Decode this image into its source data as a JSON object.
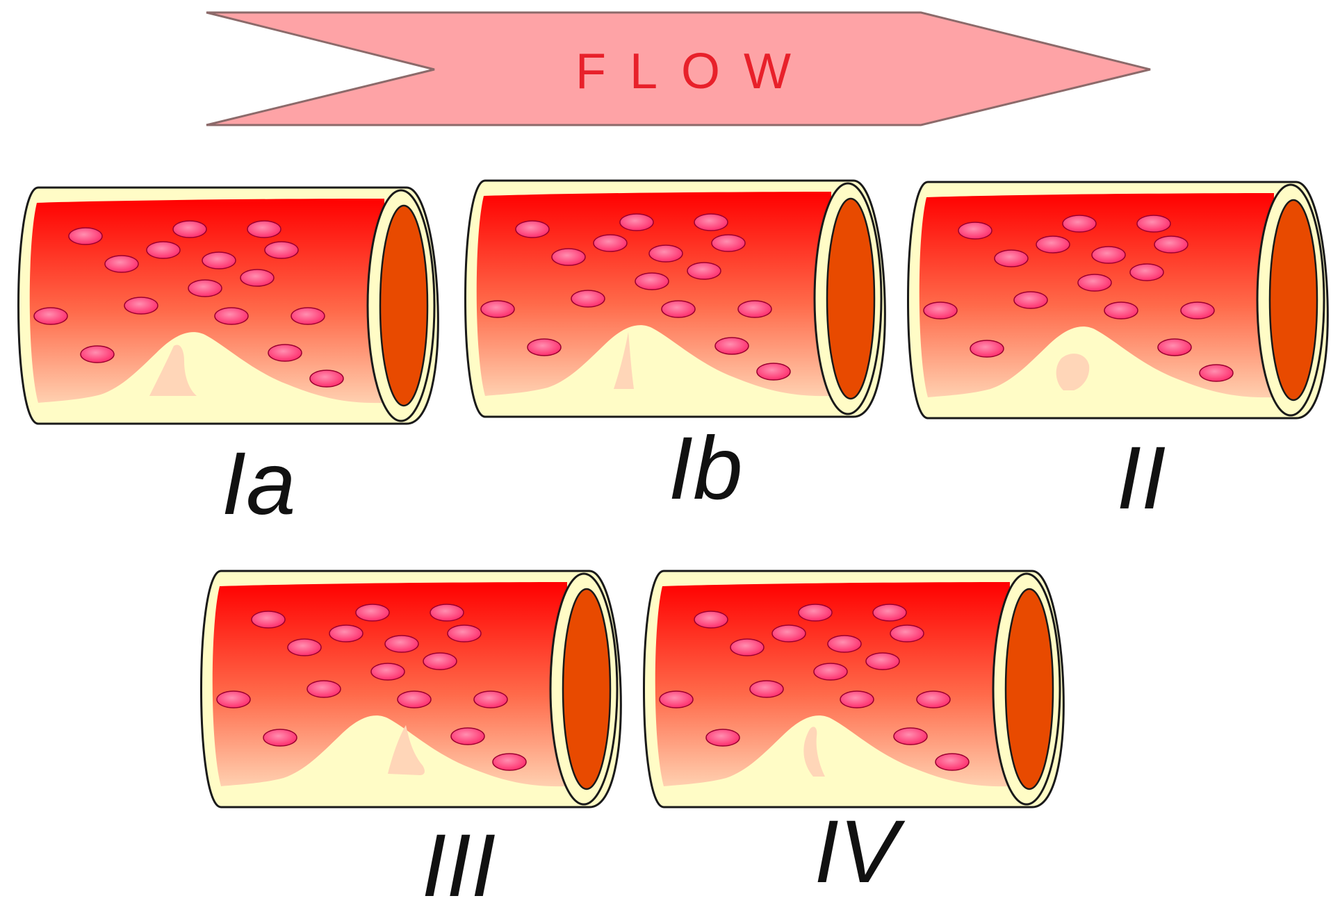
{
  "arrow": {
    "label": "FLOW",
    "fill": "#fea3a6",
    "text_color": "#e8202a"
  },
  "vessels": [
    {
      "label": "Ia",
      "lesion": "protruding-tongue"
    },
    {
      "label": "Ib",
      "lesion": "thin-spike"
    },
    {
      "label": "II",
      "lesion": "round-bump"
    },
    {
      "label": "III",
      "lesion": "branching-tongue"
    },
    {
      "label": "IV",
      "lesion": "curved-tongue"
    }
  ],
  "colors": {
    "blood_top": "#ff0000",
    "blood_bottom": "#ffd0b0",
    "wall": "#fffcc6",
    "lumen_rim": "#fffcc6",
    "lumen_inner": "#e84a00",
    "cell": "#ff2f6e",
    "cell_highlight": "#ff8fb0",
    "outline": "#1a1a1a"
  }
}
